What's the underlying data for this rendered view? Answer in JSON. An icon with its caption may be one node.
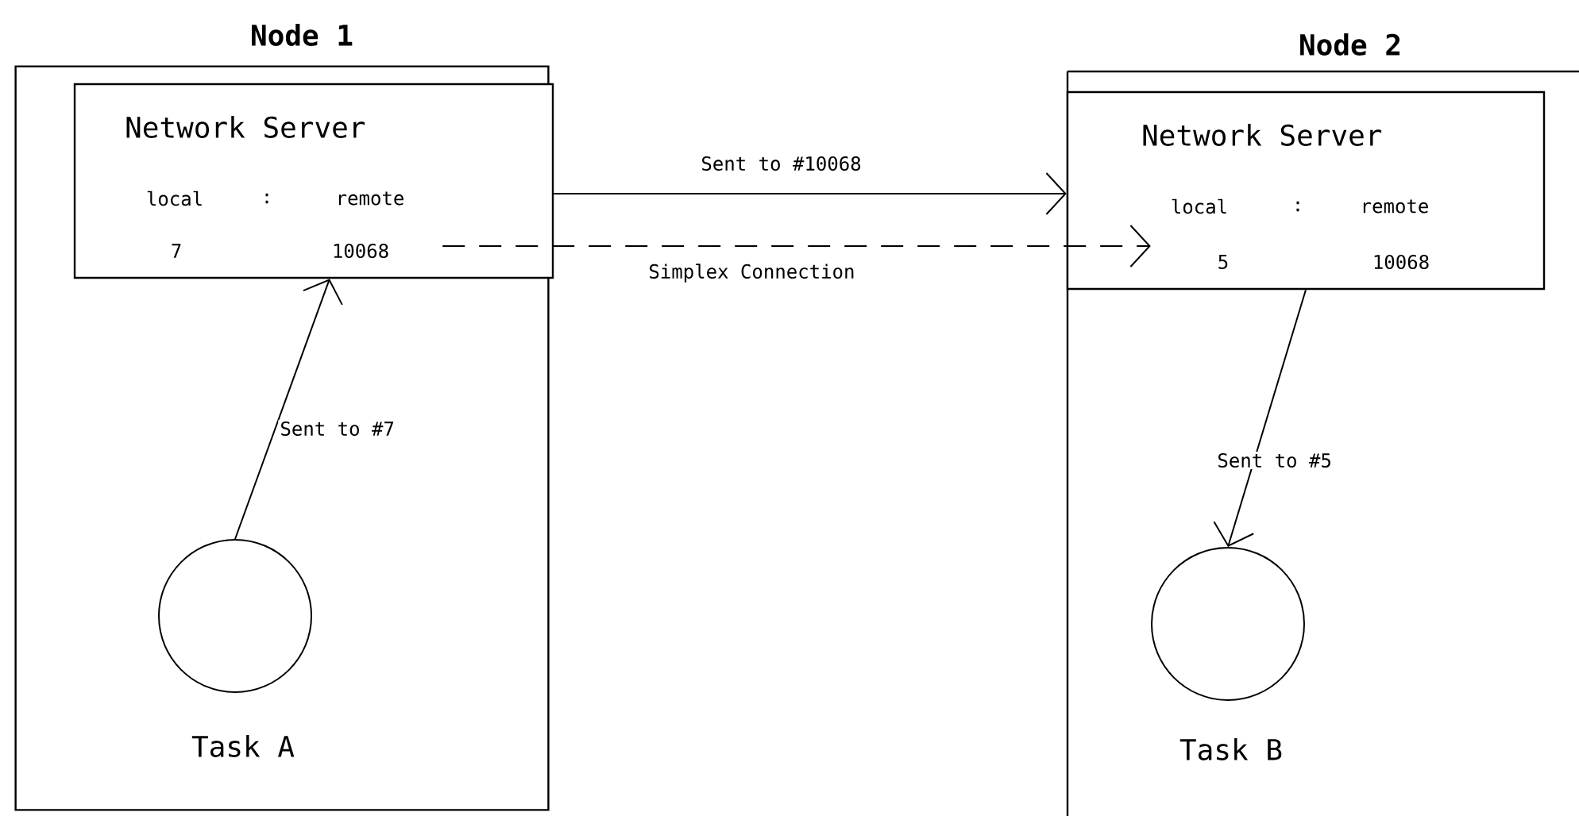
{
  "diagram": {
    "nodes": [
      {
        "text": [
          "Node 1"
        ]
      },
      {
        "text": [
          "Network Server",
          "local",
          ":",
          "remote",
          "7",
          "10068"
        ],
        "in": 0
      },
      {
        "text": [
          "Task A"
        ],
        "in": 0
      },
      {
        "text": [
          "Node 2"
        ]
      },
      {
        "text": [
          "Network Server",
          "local",
          ":",
          "remote",
          "5",
          "10068"
        ],
        "in": 3
      },
      {
        "text": [
          "Task B"
        ],
        "in": 3
      }
    ],
    "edges": [
      {
        "from": 2,
        "to": 1,
        "arrow": "to",
        "label": "Sent to #7"
      },
      {
        "from": 1,
        "to": 4,
        "arrow": "to",
        "label": "Sent to #10068"
      },
      {
        "from": 1,
        "to": 4,
        "arrow": "to",
        "label": "Simplex Connection",
        "style": "dashed"
      },
      {
        "from": 4,
        "to": 5,
        "arrow": "to",
        "label": "Sent to #5"
      }
    ]
  }
}
